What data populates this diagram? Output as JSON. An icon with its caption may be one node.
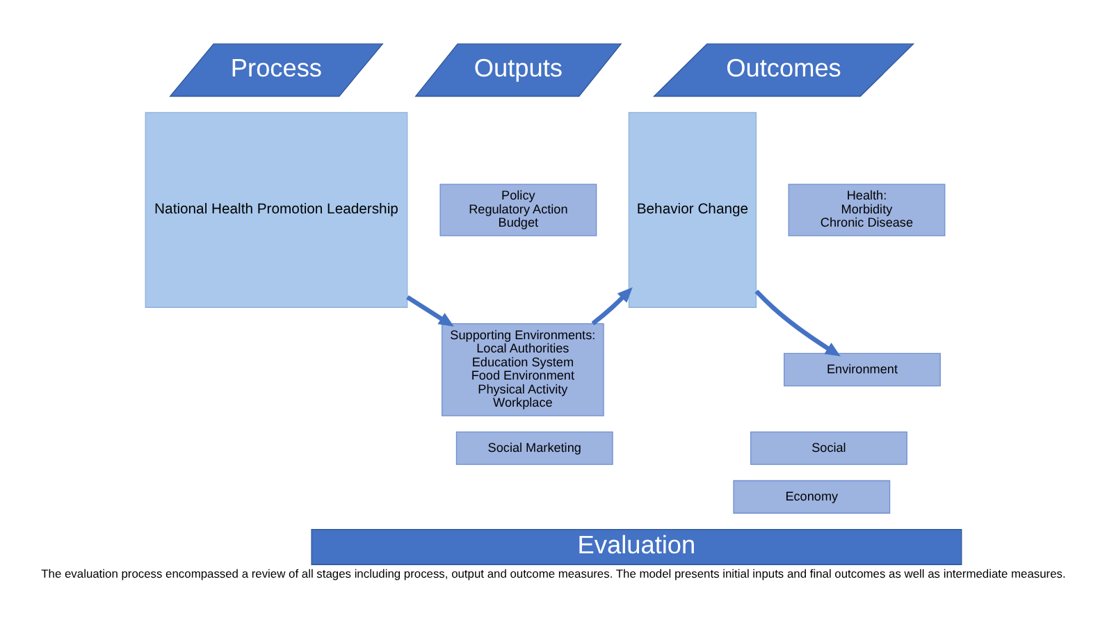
{
  "diagram": {
    "caption": "The evaluation process encompassed a review of all stages including process, output and outcome measures. The model presents initial inputs and final outcomes as well as intermediate measures.",
    "nodes": [
      {
        "text": [
          "Process"
        ]
      },
      {
        "text": [
          "Outputs"
        ]
      },
      {
        "text": [
          "Outcomes"
        ]
      },
      {
        "text": [
          "National Health Promotion Leadership"
        ]
      },
      {
        "text": [
          "Policy",
          "Regulatory Action",
          "Budget"
        ]
      },
      {
        "text": [
          "Supporting Environments:",
          "Local Authorities",
          "Education System",
          "Food Environment",
          "Physical Activity",
          "Workplace"
        ]
      },
      {
        "text": [
          "Social Marketing"
        ]
      },
      {
        "text": [
          "Behavior Change"
        ]
      },
      {
        "text": [
          "Health:",
          "Morbidity",
          "Chronic Disease"
        ]
      },
      {
        "text": [
          "Environment"
        ]
      },
      {
        "text": [
          "Social"
        ]
      },
      {
        "text": [
          "Economy"
        ]
      },
      {
        "text": [
          "Evaluation"
        ]
      }
    ],
    "edges": [
      {
        "from": 3,
        "to": 5,
        "arrow": "to"
      },
      {
        "from": 5,
        "to": 7,
        "arrow": "to"
      },
      {
        "from": 7,
        "to": 9,
        "arrow": "to"
      }
    ]
  }
}
